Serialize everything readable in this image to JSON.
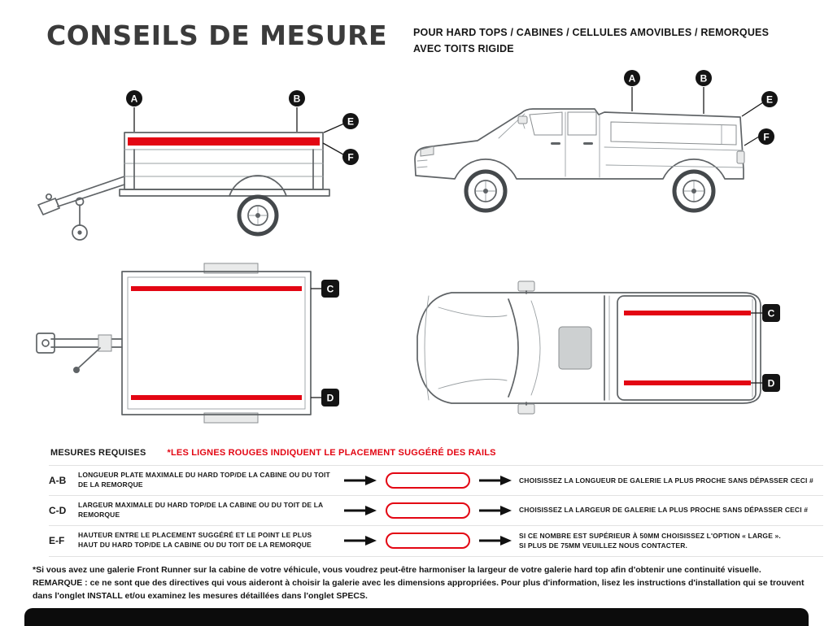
{
  "colors": {
    "rail_red": "#e30613",
    "ink": "#1a1a1a"
  },
  "header": {
    "title": "CONSEILS DE MESURE",
    "subtitle_line1": "POUR HARD TOPS / CABINES / CELLULES AMOVIBLES / REMORQUES",
    "subtitle_line2": "AVEC TOITS RIGIDE"
  },
  "markers": {
    "a": "A",
    "b": "B",
    "c": "C",
    "d": "D",
    "e": "E",
    "f": "F"
  },
  "measures": {
    "heading": "MESURES REQUISES",
    "legend_note": "*LES LIGNES ROUGES INDIQUENT LE PLACEMENT SUGGÉRÉ DES RAILS",
    "rows": [
      {
        "id": "A-B",
        "label": "LONGUEUR PLATE MAXIMALE DU HARD TOP/DE LA CABINE OU DU TOIT DE LA REMORQUE",
        "result": "CHOISISSEZ LA LONGUEUR DE GALERIE LA PLUS PROCHE SANS DÉPASSER CECI #"
      },
      {
        "id": "C-D",
        "label": "LARGEUR MAXIMALE DU HARD TOP/DE LA CABINE OU DU TOIT DE LA REMORQUE",
        "result": "CHOISISSEZ LA LARGEUR DE GALERIE LA PLUS PROCHE SANS DÉPASSER CECI #"
      },
      {
        "id": "E-F",
        "label": "HAUTEUR ENTRE LE PLACEMENT SUGGÉRÉ ET LE POINT LE PLUS HAUT DU HARD TOP/DE LA CABINE OU DU TOIT DE LA REMORQUE",
        "result": "SI CE NOMBRE EST SUPÉRIEUR À 50MM CHOISISSEZ L'OPTION « LARGE ».",
        "result_line2": "SI PLUS DE 75MM VEUILLEZ NOUS CONTACTER."
      }
    ]
  },
  "footnote": "*Si vous avez une galerie Front Runner sur la cabine de votre véhicule, vous voudrez peut-être harmoniser la largeur de votre galerie hard top afin d'obtenir une continuité visuelle. REMARQUE : ce ne sont que des directives qui vous aideront à choisir la galerie avec les dimensions appropriées. Pour plus d'information, lisez les instructions d'installation qui se trouvent dans l'onglet INSTALL et/ou examinez les mesures détaillées dans l'onglet SPECS."
}
